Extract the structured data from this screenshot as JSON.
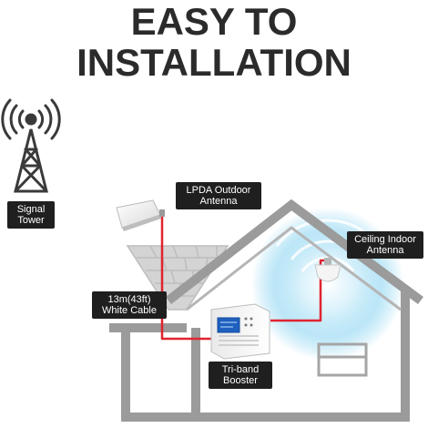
{
  "headline": {
    "line1": "EASY TO",
    "line2": "INSTALLATION"
  },
  "labels": {
    "signal_tower": [
      "Signal",
      "Tower"
    ],
    "outdoor_antenna": [
      "LPDA Outdoor",
      "Antenna"
    ],
    "indoor_antenna": [
      "Ceiling Indoor",
      "Antenna"
    ],
    "cable": [
      "13m(43ft)",
      "White Cable"
    ],
    "booster": [
      "Tri-band",
      "Booster"
    ]
  },
  "colors": {
    "headline": "#2b2b2b",
    "house_outline": "#9b9b9b",
    "roof_tiles": "#c9c9c9",
    "cable": "#e0242f",
    "signal_glow": "#6cc8ee",
    "label_bg": "#1f1f1f",
    "label_text": "#ffffff"
  }
}
